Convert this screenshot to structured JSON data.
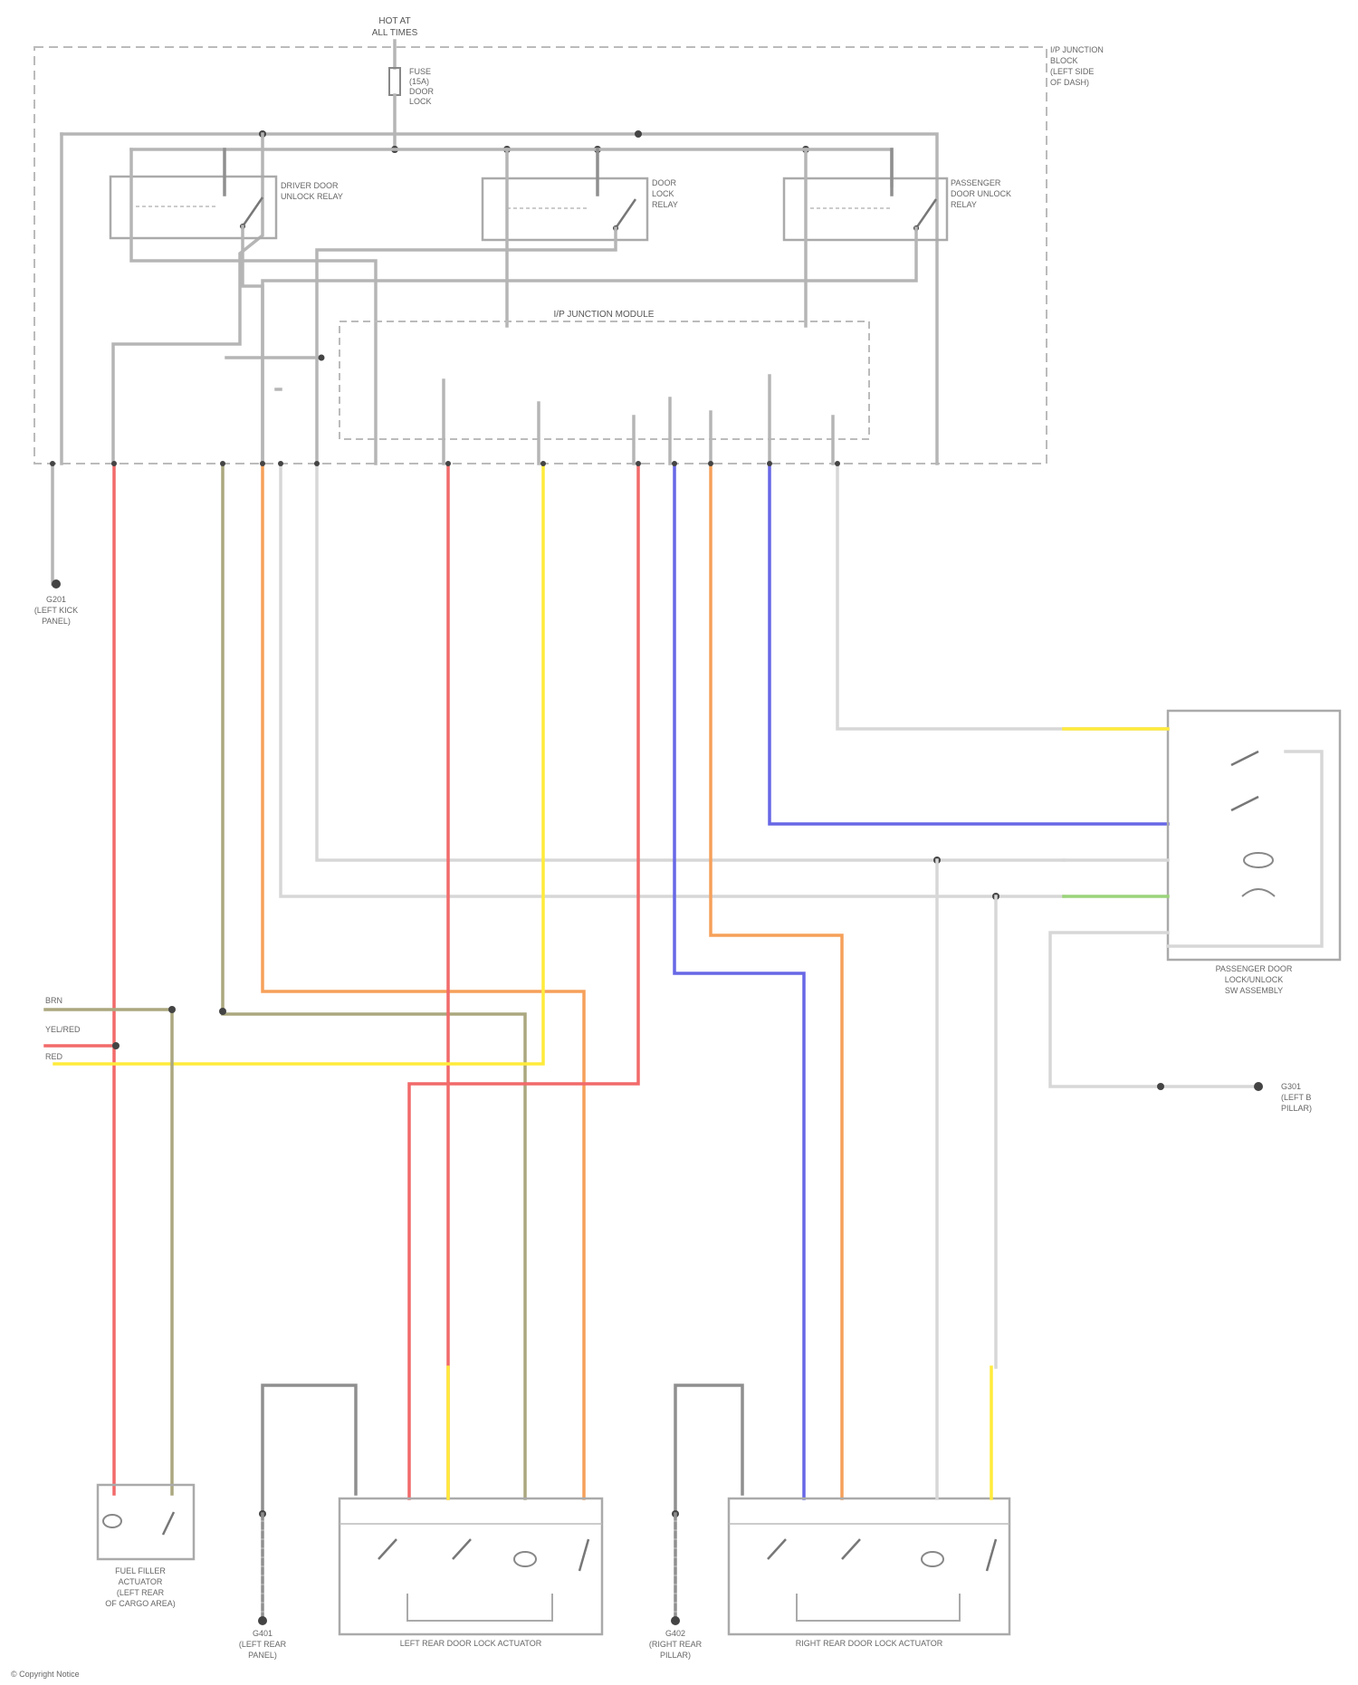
{
  "power_source": {
    "line1": "HOT AT",
    "line2": "ALL TIMES"
  },
  "fuse": {
    "line1": "FUSE",
    "line2": "(15A)",
    "line3": "DOOR",
    "line4": "LOCK"
  },
  "junction_box": {
    "line1": "I/P JUNCTION",
    "line2": "BLOCK",
    "line3": "(LEFT SIDE",
    "line4": "OF DASH)"
  },
  "relays": {
    "driver_unlock": {
      "line1": "DRIVER DOOR",
      "line2": "UNLOCK RELAY"
    },
    "door_lock": {
      "line1": "DOOR",
      "line2": "LOCK",
      "line3": "RELAY"
    },
    "passenger_unlock": {
      "line1": "PASSENGER",
      "line2": "DOOR UNLOCK",
      "line3": "RELAY"
    }
  },
  "module": {
    "title": "I/P JUNCTION MODULE"
  },
  "ground_left": {
    "line1": "G201",
    "line2": "(LEFT KICK",
    "line3": "PANEL)"
  },
  "passenger_assembly": {
    "line1": "PASSENGER DOOR",
    "line2": "LOCK/UNLOCK",
    "line3": "SW ASSEMBLY"
  },
  "ground_right": {
    "line1": "G301",
    "line2": "(LEFT B",
    "line3": "PILLAR)"
  },
  "fuel_actuator": {
    "line1": "FUEL FILLER",
    "line2": "ACTUATOR",
    "line3": "(LEFT REAR",
    "line4": "OF CARGO AREA)"
  },
  "ground_lower_left": {
    "line1": "G401",
    "line2": "(LEFT REAR",
    "line3": "PANEL)"
  },
  "lr_actuator": {
    "label": "LEFT REAR DOOR LOCK ACTUATOR"
  },
  "ground_lower_right": {
    "line1": "G402",
    "line2": "(RIGHT REAR",
    "line3": "PILLAR)"
  },
  "rr_actuator": {
    "label": "RIGHT REAR DOOR LOCK ACTUATOR"
  },
  "footer": {
    "text": "© Copyright Notice"
  },
  "colors": {
    "red": "#f26a6a",
    "yellow": "#ffeb3b",
    "orange": "#f6a05a",
    "blue": "#6767e6",
    "tan": "#aba77f",
    "green": "#9ad47a",
    "gray": "#b5b5b5"
  }
}
